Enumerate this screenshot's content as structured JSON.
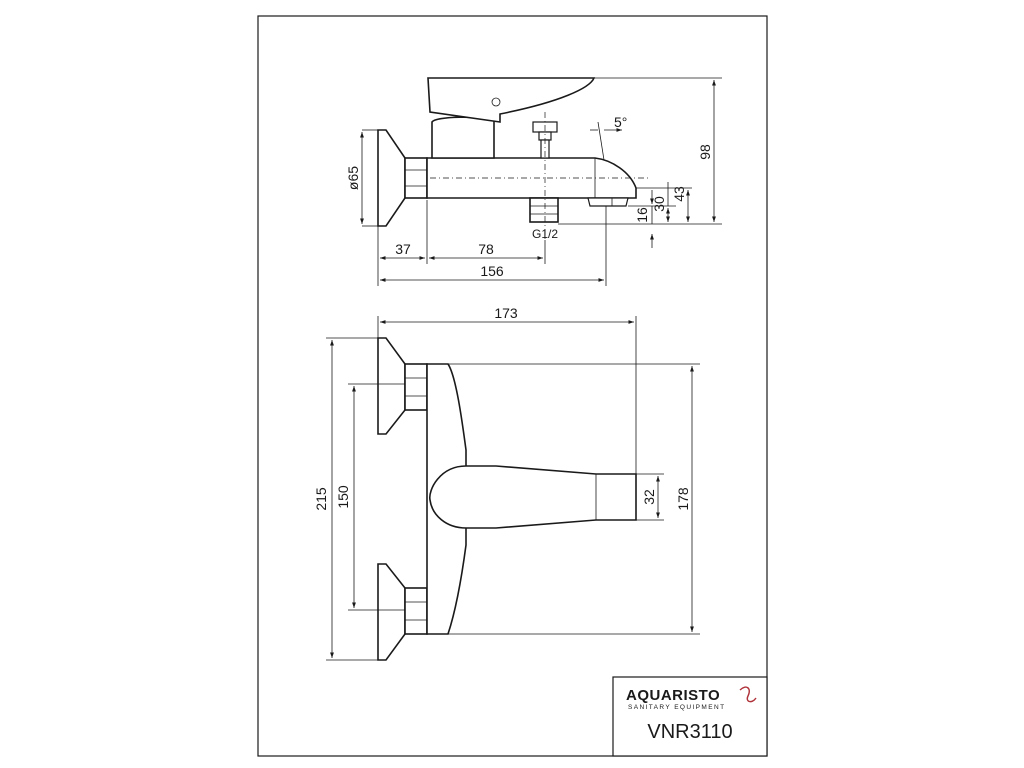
{
  "side_view": {
    "dimensions": {
      "diameter": "ø65",
      "angle": "5°",
      "height_total": "98",
      "height_spout": "43",
      "height_outlet": "30",
      "height_base": "16",
      "thread": "G1/2",
      "len_flange": "37",
      "len_body": "78",
      "len_total": "156"
    }
  },
  "top_view": {
    "dimensions": {
      "width_total": "173",
      "height_total": "215",
      "centers": "150",
      "handle_width": "32",
      "body_height": "178"
    }
  },
  "title_block": {
    "brand": "AQUARISTO",
    "brand_tagline": "SANITARY EQUIPMENT",
    "model": "VNR3110"
  },
  "colors": {
    "line": "#1a1a1a",
    "background": "#ffffff"
  }
}
